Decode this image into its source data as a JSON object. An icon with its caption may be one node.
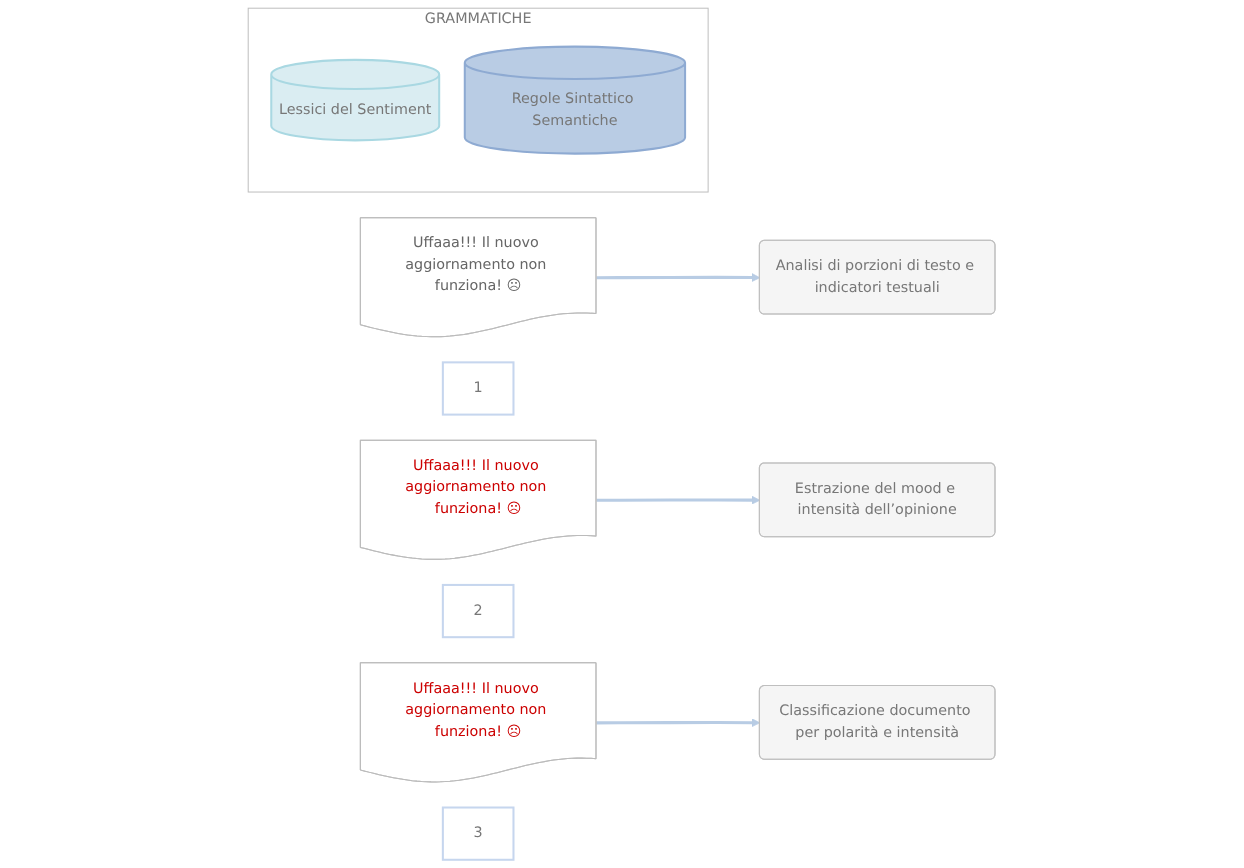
{
  "diagram": {
    "nodes": [
      {
        "text": [
          "Uffaaa!!! Il nuovo aggiornamento non funziona! ☹"
        ]
      },
      {
        "text": [
          "Analisi di porzioni di testo e indicatori testuali"
        ]
      },
      {
        "text": [
          "1"
        ]
      },
      {
        "text": [
          "Uffaaa!!! Il nuovo aggiornamento non funziona! ☹"
        ]
      },
      {
        "text": [
          "Estrazione del mood e intensità dell’opinione"
        ]
      },
      {
        "text": [
          "2"
        ]
      },
      {
        "text": [
          "Uffaaa!!! Il nuovo aggiornamento non funziona! ☹"
        ]
      },
      {
        "text": [
          "Classificazione documento per polarità e intensità"
        ]
      },
      {
        "text": [
          "3"
        ]
      },
      {
        "text": [
          "GRAMMATICHE"
        ]
      },
      {
        "text": [
          "Lessici del Sentiment"
        ],
        "in": 9
      },
      {
        "text": [
          "Regole Sintattico Semantiche"
        ],
        "in": 9
      }
    ],
    "edges": [
      {
        "from": 0,
        "to": 1,
        "arrow": "to"
      },
      {
        "from": 3,
        "to": 4,
        "arrow": "to"
      },
      {
        "from": 6,
        "to": 7,
        "arrow": "to"
      }
    ]
  }
}
